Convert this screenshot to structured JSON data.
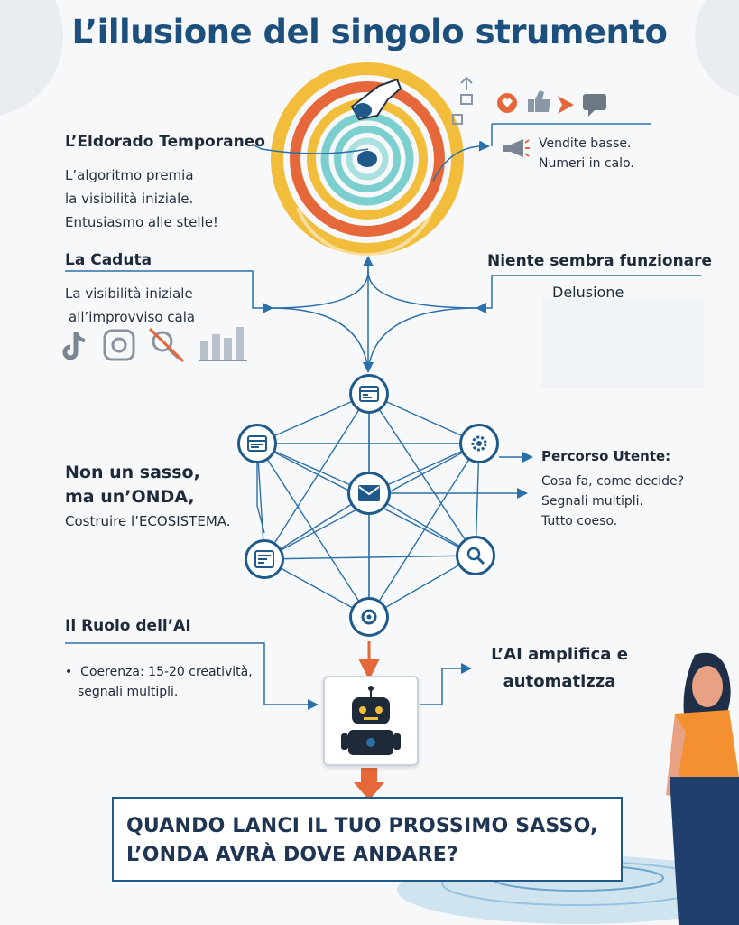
{
  "title": "L’illusione del singolo strumento",
  "left": {
    "eldorado": {
      "heading": "L’Eldorado Temporaneo",
      "lines": [
        "L’algoritmo premia",
        "la visibilità iniziale.",
        "Entusiasmo alle stelle!"
      ]
    },
    "caduta": {
      "heading": "La Caduta",
      "lines": [
        "La visibilità iniziale",
        "all’improvviso cala"
      ]
    },
    "onda": {
      "line1": "Non un sasso,",
      "line2": "ma un’ONDA,",
      "line3": "Costruire l’ECOSISTEMA."
    },
    "ai": {
      "heading": "Il Ruolo dell’AI",
      "bullet_line1": "Coerenza: 15-20 creatività,",
      "bullet_line2": "segnali multipli."
    }
  },
  "right": {
    "vendite": {
      "line1": "Vendite basse.",
      "line2": "Numeri in calo."
    },
    "niente": {
      "heading": "Niente sembra funzionare",
      "sub": "Delusione"
    },
    "percorso": {
      "heading": "Percorso Utente:",
      "lines": [
        "Cosa fa, come decide?",
        "Segnali multipli.",
        "Tutto coeso."
      ]
    },
    "ai_amplifica": {
      "line1": "L’AI amplifica e",
      "line2": "automatizza"
    }
  },
  "cta": {
    "line1": "QUANDO LANCI IL TUO PROSSIMO SASSO,",
    "line2": "L’ONDA AVRÀ DOVE ANDARE?"
  },
  "icons": {
    "spiral_top": [
      "hand-icon",
      "arrows-icon",
      "heart-icon",
      "thumbs-up-icon",
      "share-icon",
      "comment-icon"
    ],
    "vendite": "megaphone-icon",
    "caduta": [
      "tiktok-icon",
      "instagram-icon",
      "search-off-icon",
      "bar-chart-icon"
    ],
    "network": [
      "browser-icon",
      "webpage-icon",
      "gear-icon",
      "email-icon",
      "document-icon",
      "search-icon",
      "location-icon"
    ],
    "ai": "robot-icon"
  },
  "colors": {
    "title": "#1d4f7d",
    "line": "#2b6fa8",
    "orange": "#e5673a",
    "yellow": "#f2bd3a",
    "teal": "#7ccfcf",
    "dark_blue": "#1f5a8a",
    "woman_shirt": "#f4902f"
  }
}
